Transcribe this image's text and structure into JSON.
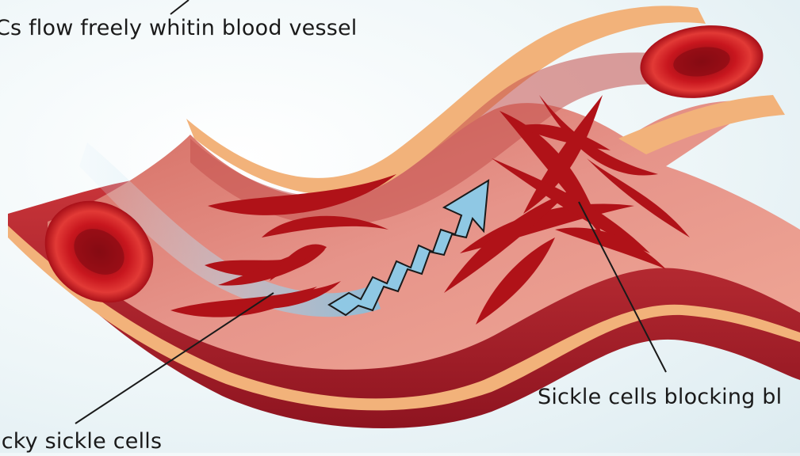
{
  "labels": {
    "healthy_flow": "Cs flow freely whitin blood vessel",
    "blocking": "Sickle cells blocking bl",
    "sticky": "icky sickle cells"
  },
  "colors": {
    "background": "#eef6f8",
    "vessel_outer": "#b8242c",
    "vessel_inner": "#e0867a",
    "vessel_rim": "#f2b27a",
    "red_blood_cell": "#c0161f",
    "sickle_cell": "#b01218",
    "flow_arrow": "#8fc8e4"
  },
  "icons": [
    "red-blood-cell-icon",
    "sickle-cell-icon",
    "flow-arrow-icon"
  ]
}
